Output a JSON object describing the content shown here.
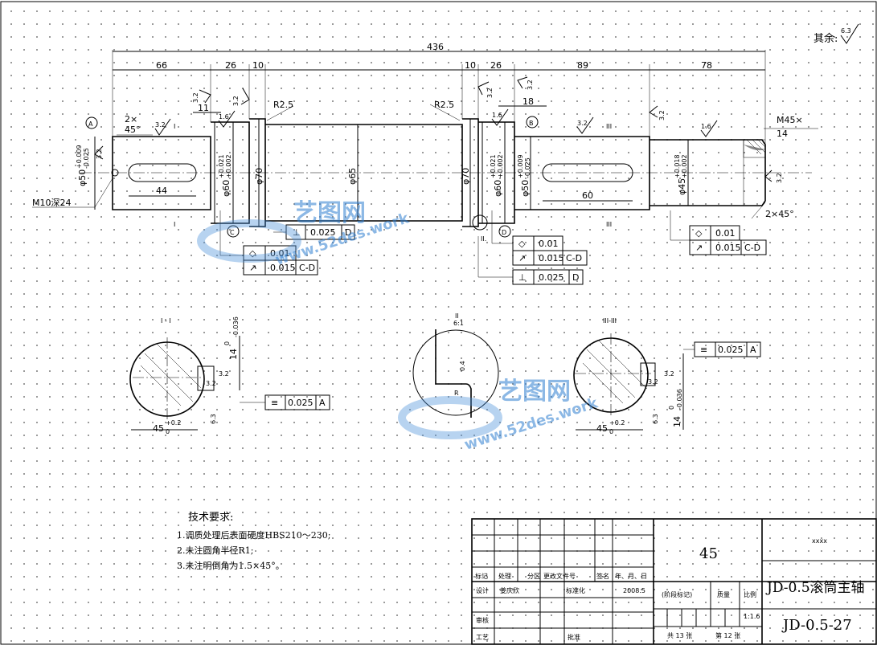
{
  "roughness_rest": {
    "label": "其余:",
    "value": "6.3"
  },
  "dimensions": {
    "overall": "436",
    "d66": "66",
    "d26a": "26",
    "d10a": "10",
    "d10b": "10",
    "d26b": "26",
    "d89": "89",
    "d78": "78",
    "d11": "11",
    "d44": "44",
    "d60": "60",
    "d18": "18",
    "chamfer_left_a": "2×",
    "chamfer_left_b": "45°",
    "chamfer_right": "2×45°",
    "r25a": "R2.5",
    "r25b": "R2.5",
    "m10": "M10深24",
    "m45": "M45×",
    "m45_pitch": "14",
    "dia_left": "φ50",
    "dia_left_tol_up": "+0.009",
    "dia_left_tol_lo": "-0.025",
    "dia_60a": "φ60",
    "dia_60a_up": "+0.021",
    "dia_60a_lo": "+0.002",
    "dia_70a": "φ70",
    "dia_65": "φ65",
    "dia_70b": "φ70",
    "dia_60b": "φ60",
    "dia_60b_up": "+0.021",
    "dia_60b_lo": "+0.002",
    "dia_50b": "φ50",
    "dia_50b_up": "+0.009",
    "dia_50b_lo": "-0.025",
    "dia_45": "φ45",
    "dia_45_up": "+0.018",
    "dia_45_lo": "+0.002"
  },
  "roughness_values": [
    "3.2",
    "3.2",
    "3.2",
    "1.6",
    "3.2",
    "3.2",
    "3.2",
    "3.2",
    "1.6",
    "3.2",
    "1.6",
    "3.2",
    "3.2"
  ],
  "datums": [
    "A",
    "B",
    "C",
    "D"
  ],
  "section_marks": [
    "I",
    "I",
    "II.",
    "III",
    "III"
  ],
  "tolerance_frames": {
    "f1": {
      "sym": "⊥",
      "val": "0.025",
      "ref": "D"
    },
    "f2": {
      "sym": "◇",
      "val": "0.01",
      "ref": ""
    },
    "f3": {
      "sym": "↗",
      "val": "0.015",
      "ref": "C-D"
    },
    "f4": {
      "sym": "◇",
      "val": "0.01",
      "ref": ""
    },
    "f5": {
      "sym": "↗",
      "val": "0.015",
      "ref": "C-D"
    },
    "f6": {
      "sym": "⊥",
      "val": "0.025",
      "ref": "D"
    },
    "f7": {
      "sym": "◇",
      "val": "0.01",
      "ref": ""
    },
    "f8": {
      "sym": "↗",
      "val": "0.015",
      "ref": "C-D"
    },
    "f9": {
      "sym": "≡",
      "val": "0.025",
      "ref": "A"
    },
    "f10": {
      "sym": "≡",
      "val": "0.025",
      "ref": "A"
    }
  },
  "sections": {
    "s1": {
      "title": "I - I",
      "width": "45",
      "width_tol_up": "+0.2",
      "width_tol_lo": "0",
      "depth": "14",
      "depth_tol_up": "0",
      "depth_tol_lo": "-0.036",
      "ra_a": "3.2",
      "ra_b": "3.2",
      "ra_c": "6.3"
    },
    "s2": {
      "title": "II",
      "scale": "6:1",
      "dim": "0.4",
      "radius": "R"
    },
    "s3": {
      "title": "III-III",
      "width": "45",
      "width_tol_up": "+0.2",
      "width_tol_lo": "0",
      "depth": "14",
      "depth_tol_up": "0",
      "depth_tol_lo": "-0.036",
      "ra_a": "3.2",
      "ra_b": "3.2",
      "ra_c": "6.3"
    }
  },
  "tech_requirements": {
    "title": "技术要求:",
    "items": [
      "1.调质处理后表面硬度HBS210～230;",
      "2.未注圆角半径R1;",
      "3.未注明倒角为1.5×45°。"
    ]
  },
  "title_block": {
    "material": "45",
    "company": "xxxx",
    "part_name": "JD-0.5滚筒主轴",
    "drawing_no": "JD-0.5-27",
    "headers": [
      "标记",
      "处理",
      "分区",
      "更改文件号",
      "签名",
      "年、月、日"
    ],
    "design_label": "设计",
    "designer": "姜庆欣",
    "std_label": "标准化",
    "date": "2008.5",
    "stage_label": "(阶段标记)",
    "weight_label": "质量",
    "scale_label": "比例",
    "scale": "1:1.6",
    "review_label": "审核",
    "process_label": "工艺",
    "approve_label": "批准",
    "sheets_total": "共 13 张",
    "sheet_no": "第 12 张"
  },
  "watermark": {
    "brand": "艺图网",
    "url": "www.52des.work"
  }
}
